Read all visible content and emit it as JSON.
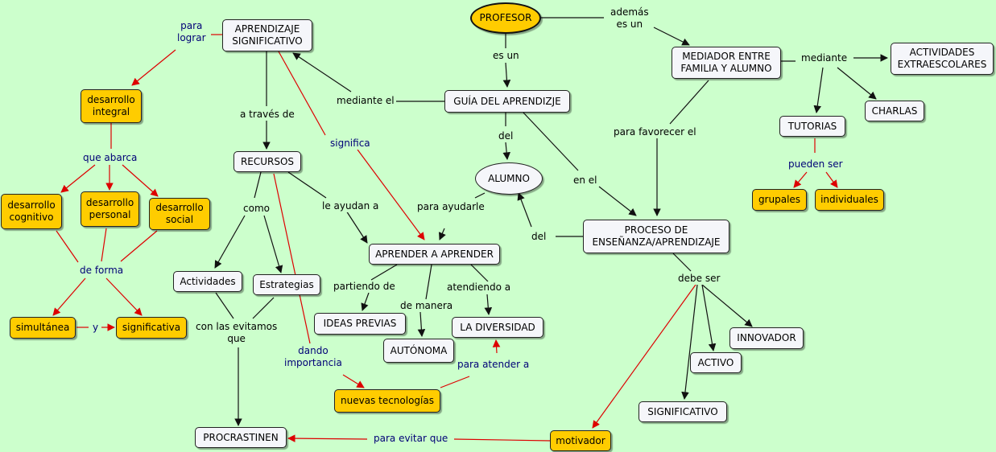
{
  "colors": {
    "background": "#ccffcc",
    "node_white": "#f5f6fa",
    "node_yellow": "#ffcc00",
    "link_black": "#111111",
    "link_red": "#dd0000",
    "label_navy": "#000077"
  },
  "nodes": {
    "aprendizaje_significativo": "APRENDIZAJE\nSIGNIFICATIVO",
    "profesor": "PROFESOR",
    "mediador": "MEDIADOR ENTRE\nFAMILIA Y ALUMNO",
    "actividades_extraescolares": "ACTIVIDADES\nEXTRAESCOLARES",
    "desarrollo_integral": "desarrollo\nintegral",
    "guia": "GUÍA DEL APRENDIZJE",
    "charlas": "CHARLAS",
    "tutorias": "TUTORIAS",
    "recursos": "RECURSOS",
    "alumno": "ALUMNO",
    "desarrollo_cognitivo": "desarrollo\ncognitivo",
    "desarrollo_personal": "desarrollo\npersonal",
    "desarrollo_social": "desarrollo\nsocial",
    "grupales": "grupales",
    "individuales": "individuales",
    "proceso": "PROCESO DE\nENSEÑANZA/APRENDIZAJE",
    "aprender": "APRENDER A APRENDER",
    "actividades": "Actividades",
    "estrategias": "Estrategias",
    "ideas_previas": "IDEAS PREVIAS",
    "diversidad": "LA DIVERSIDAD",
    "simultanea": "simultánea",
    "significativa": "significativa",
    "innovador": "INNOVADOR",
    "autonoma": "AUTÓNOMA",
    "activo": "ACTIVO",
    "nuevas_tecnologias": "nuevas tecnologías",
    "significativo": "SIGNIFICATIVO",
    "procrastinen": "PROCRASTINEN",
    "motivador": "motivador"
  },
  "labels": {
    "ademas_es_un": "además\nes un",
    "para_lograr": "para\nlograr",
    "es_un": "es un",
    "mediante": "mediante",
    "mediante_el": "mediante el",
    "a_traves_de": "a través de",
    "del_1": "del",
    "que_abarca": "que abarca",
    "significa": "significa",
    "para_favorecer_el": "para favorecer el",
    "pueden_ser": "pueden ser",
    "en_el": "en el",
    "como": "como",
    "le_ayudan_a": "le ayudan a",
    "para_ayudarle": "para ayudarle",
    "del_2": "del",
    "de_forma": "de forma",
    "debe_ser": "debe ser",
    "partiendo_de": "partiendo de",
    "atendiendo_a": "atendiendo a",
    "de_manera": "de manera",
    "y": "y",
    "con_las_evitamos_que": "con las evitamos\nque",
    "dando_importancia": "dando\nimportancia",
    "para_atender_a": "para atender a",
    "para_evitar_que": "para evitar que"
  }
}
